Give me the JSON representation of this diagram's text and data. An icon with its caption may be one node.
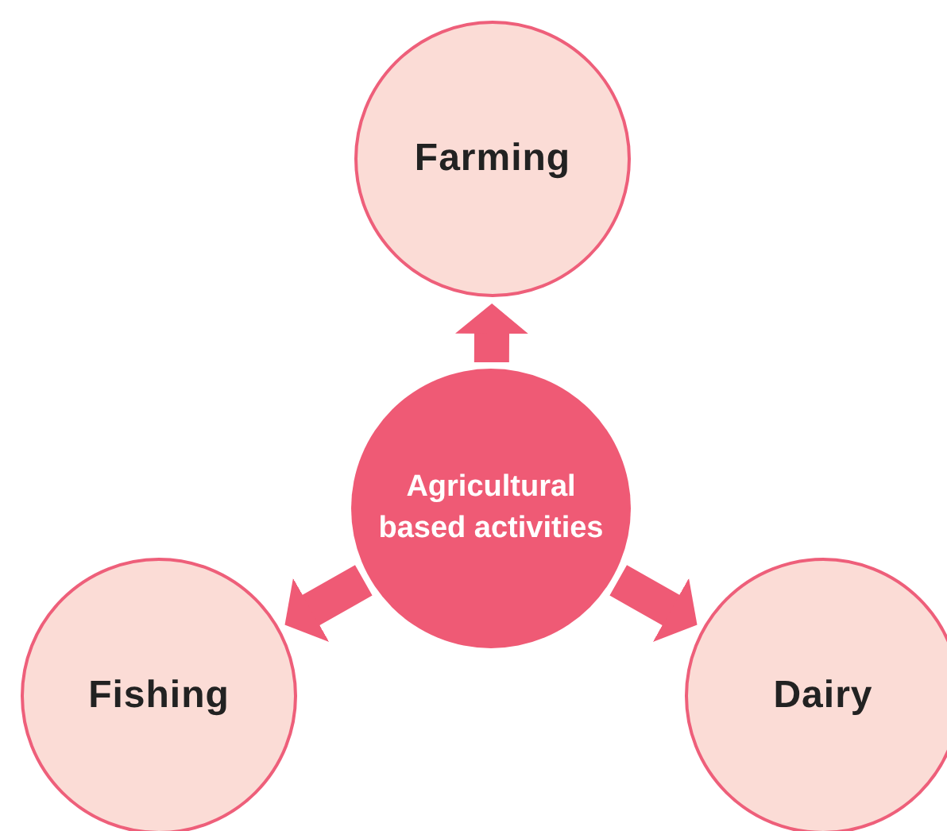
{
  "diagram": {
    "nodes": [
      {
        "text": [
          "Farming"
        ]
      },
      {
        "text": [
          "Agricultural based activities"
        ]
      },
      {
        "text": [
          "Fishing"
        ]
      },
      {
        "text": [
          "Dairy"
        ]
      }
    ],
    "edges": [
      {
        "from": 1,
        "to": 0,
        "arrow": "to"
      },
      {
        "from": 1,
        "to": 2,
        "arrow": "to"
      },
      {
        "from": 1,
        "to": 3,
        "arrow": "to"
      }
    ]
  }
}
